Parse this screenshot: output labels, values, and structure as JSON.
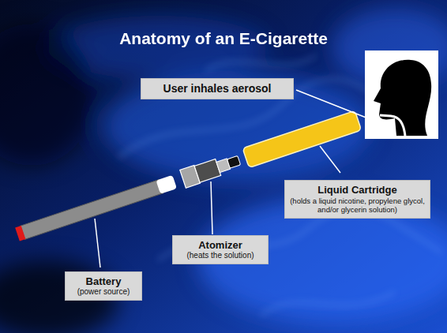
{
  "diagram": {
    "title": "Anatomy of an E-Cigarette",
    "nodes": [
      {
        "text": [
          "User inhales aerosol"
        ]
      },
      {
        "text": [
          "Liquid Cartridge",
          "(holds a liquid nicotine, propylene glycol, and/or glycerin solution)"
        ]
      },
      {
        "text": [
          "Atomizer",
          "(heats the solution)"
        ]
      },
      {
        "text": [
          "Battery",
          "(power source)"
        ]
      }
    ]
  }
}
